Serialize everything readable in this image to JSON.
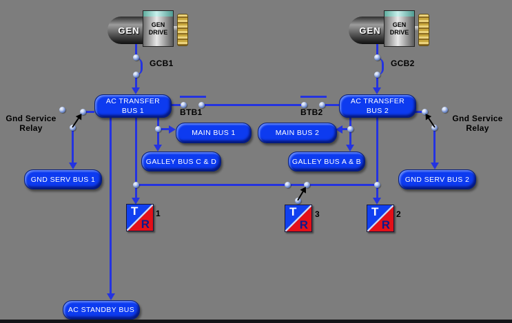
{
  "generators": {
    "left": {
      "gen_label": "GEN",
      "drive_label": "GEN DRIVE"
    },
    "right": {
      "gen_label": "GEN",
      "drive_label": "GEN DRIVE"
    }
  },
  "breakers": {
    "gcb1": "GCB1",
    "gcb2": "GCB2",
    "btb1": "BTB1",
    "btb2": "BTB2"
  },
  "relays": {
    "left": {
      "line1": "Gnd Service",
      "line2": "Relay"
    },
    "right": {
      "line1": "Gnd Service",
      "line2": "Relay"
    }
  },
  "buses": {
    "ac_transfer_1": "AC TRANSFER BUS 1",
    "ac_transfer_2": "AC TRANSFER BUS 2",
    "main_1": "MAIN BUS 1",
    "main_2": "MAIN BUS 2",
    "galley_cd": "GALLEY BUS C & D",
    "galley_ab": "GALLEY BUS A & B",
    "gnd_serv_1": "GND SERV BUS 1",
    "gnd_serv_2": "GND SERV BUS 2",
    "ac_standby": "AC STANDBY BUS"
  },
  "tr_units": {
    "tr1": {
      "t": "T",
      "r": "R",
      "number": "1"
    },
    "tr3": {
      "t": "T",
      "r": "R",
      "number": "3"
    },
    "tr2": {
      "t": "T",
      "r": "R",
      "number": "2"
    }
  },
  "colors": {
    "background": "#7d7d7d",
    "wire": "#2433e0",
    "bus_fill": "#0d3bf0",
    "tr_blue": "#1040f0",
    "tr_red": "#e31018",
    "label": "#000000"
  },
  "icons": {
    "generator": "generator-icon",
    "gen_drive": "gen-drive-icon",
    "spline_shaft": "spline-shaft-icon",
    "junction": "connector-dot",
    "relay_arm": "relay-arrow-icon"
  }
}
